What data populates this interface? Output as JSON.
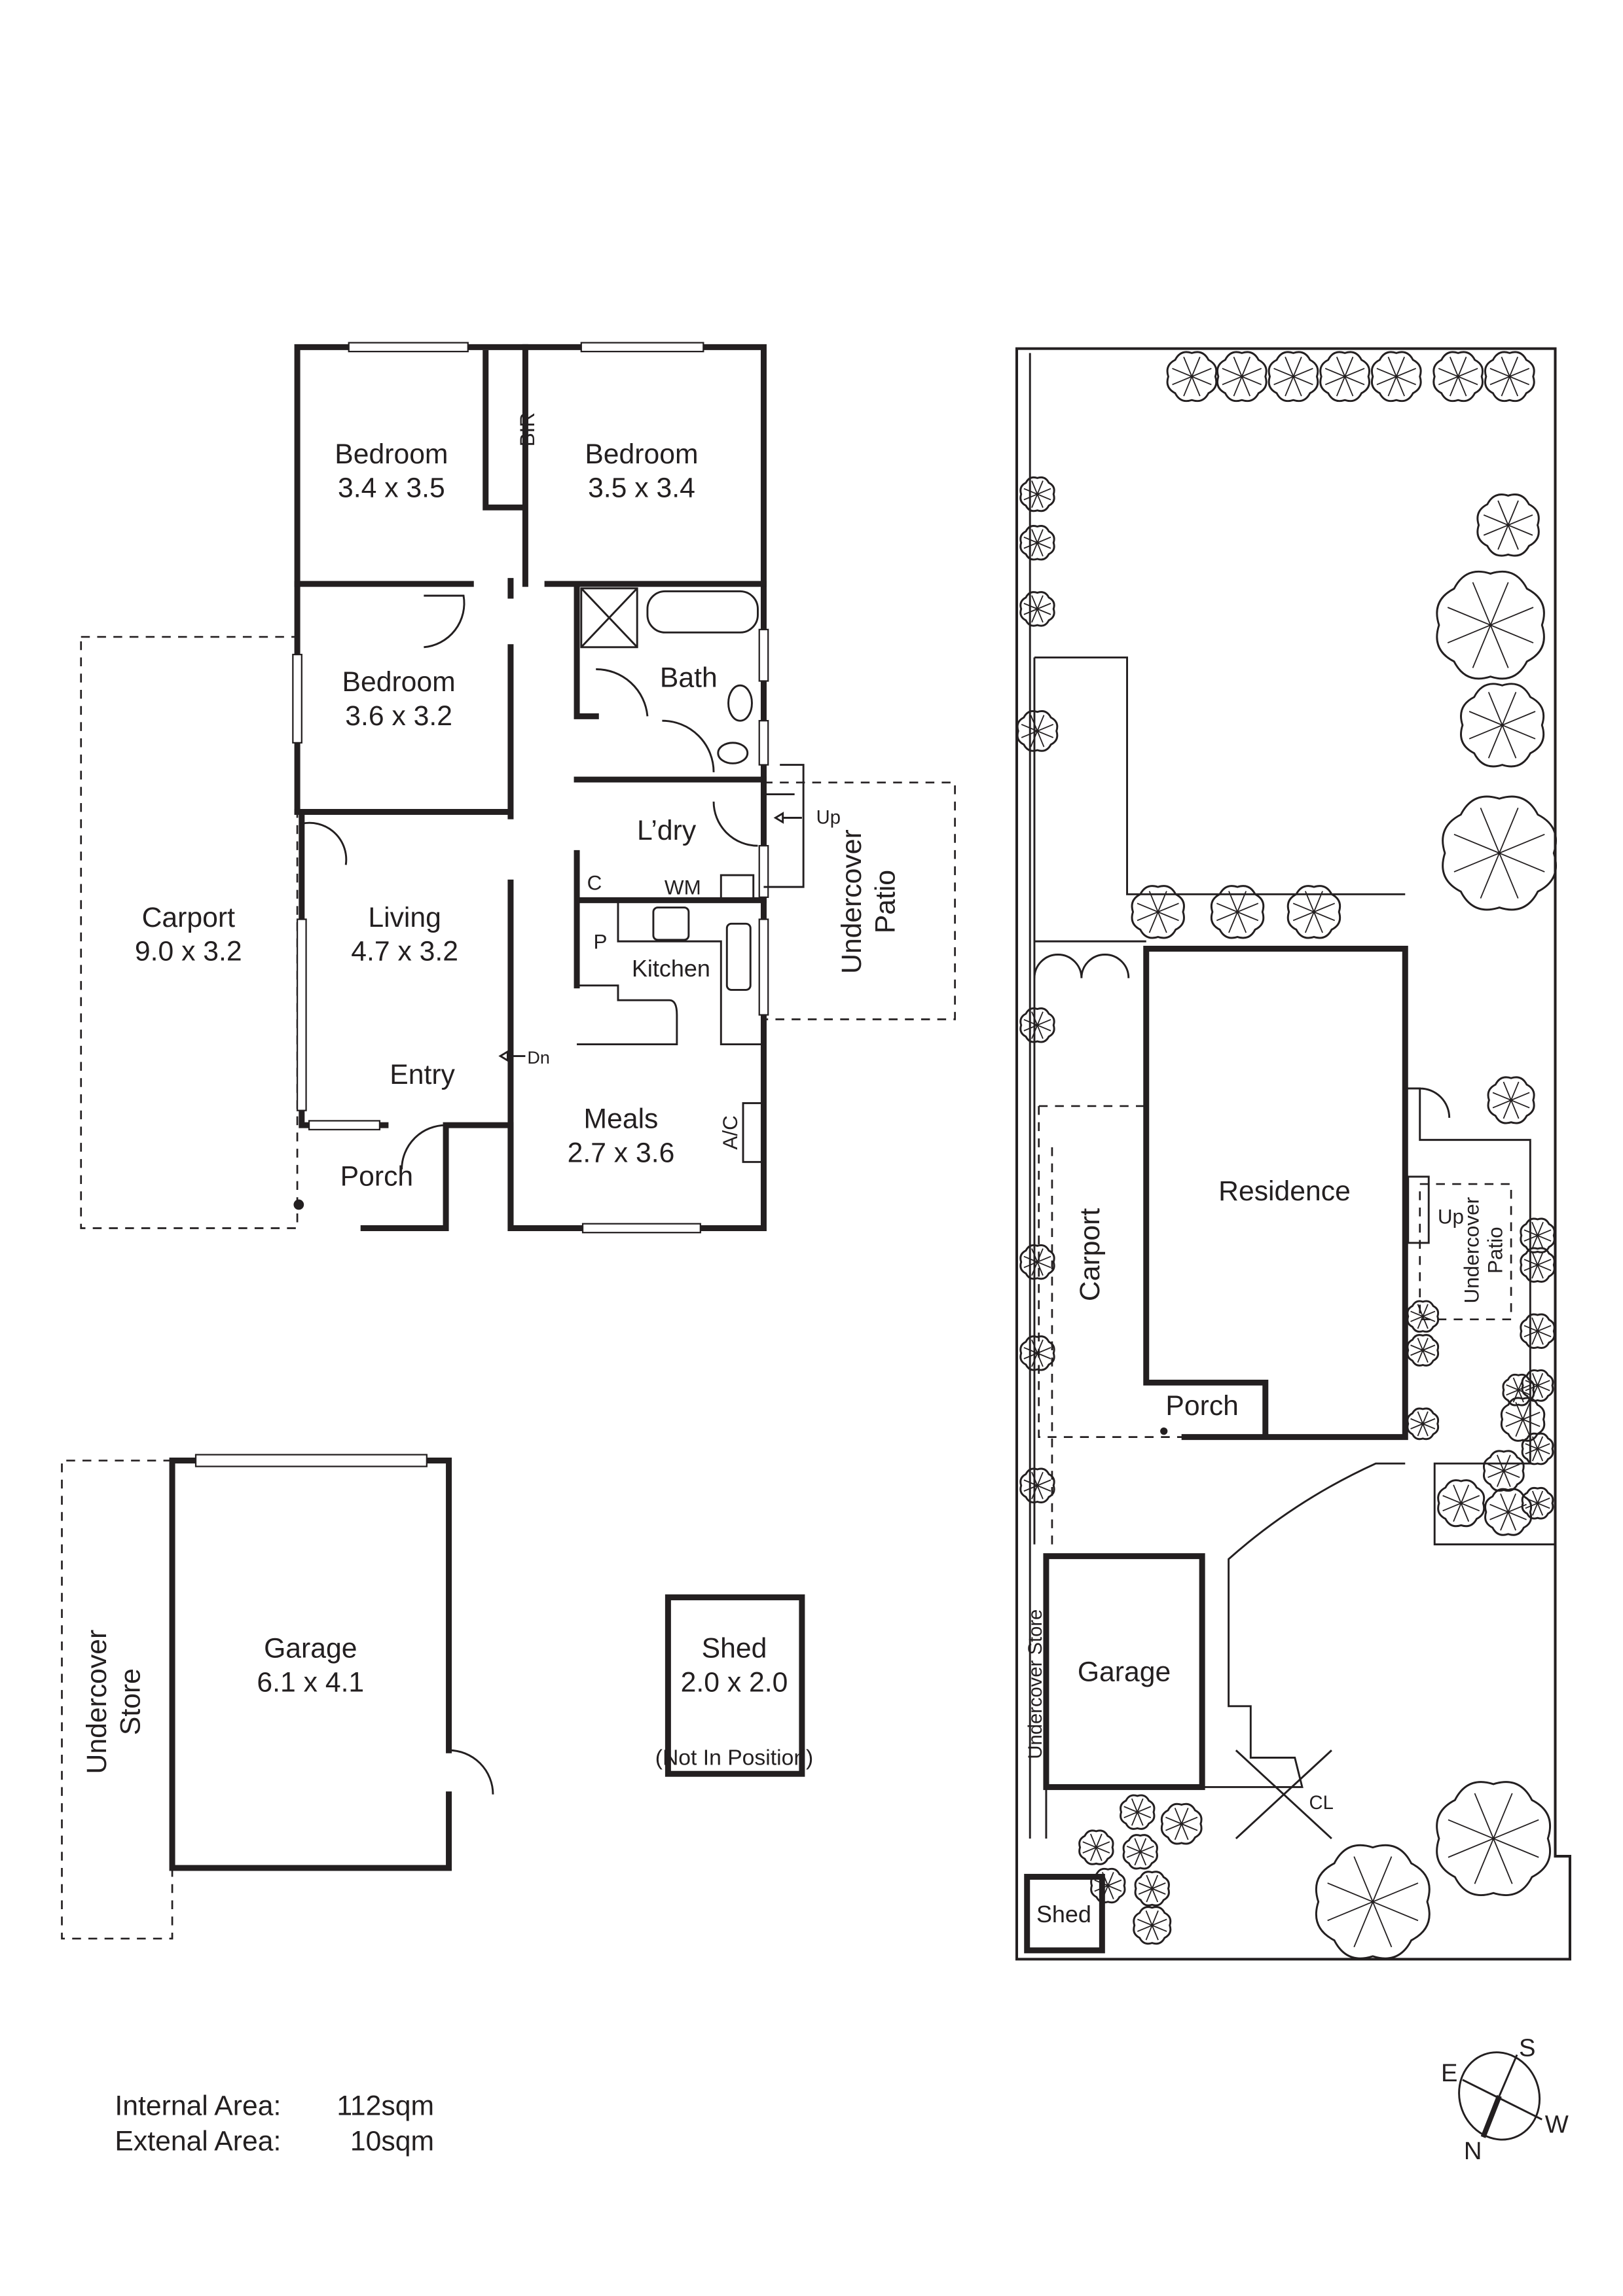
{
  "floor_plan": {
    "rooms": {
      "bedroom1": {
        "name": "Bedroom",
        "size": "3.4 x 3.5"
      },
      "bir": "BIR",
      "bedroom2": {
        "name": "Bedroom",
        "size": "3.5 x 3.4"
      },
      "bedroom3": {
        "name": "Bedroom",
        "size": "3.6 x 3.2"
      },
      "bath": "Bath",
      "laundry": "L’dry",
      "cupboard": "C",
      "wm": "WM",
      "pantry": "P",
      "kitchen": "Kitchen",
      "carport": {
        "name": "Carport",
        "size": "9.0 x 3.2"
      },
      "living": {
        "name": "Living",
        "size": "4.7 x 3.2"
      },
      "entry": "Entry",
      "porch": "Porch",
      "meals": {
        "name": "Meals",
        "size": "2.7 x 3.6"
      },
      "ac": "A/C",
      "patio": {
        "line1": "Undercover",
        "line2": "Patio"
      },
      "up": "Up",
      "dn": "Dn"
    },
    "outbuildings": {
      "garage": {
        "name": "Garage",
        "size": "6.1 x 4.1"
      },
      "store": {
        "line1": "Undercover",
        "line2": "Store"
      },
      "shed": {
        "name": "Shed",
        "size": "2.0 x 2.0",
        "note": "(Not In Position)"
      }
    }
  },
  "site_plan": {
    "residence": "Residence",
    "carport": "Carport",
    "porch": "Porch",
    "up": "Up",
    "patio": {
      "line1": "Undercover",
      "line2": "Patio"
    },
    "store": "Undercover Store",
    "garage": "Garage",
    "shed": "Shed",
    "cl": "CL"
  },
  "areas": {
    "internal_label": "Internal Area:",
    "internal_value": "112sqm",
    "external_label": "Extenal Area:",
    "external_value": "10sqm"
  },
  "compass": {
    "n": "N",
    "s": "S",
    "e": "E",
    "w": "W"
  }
}
